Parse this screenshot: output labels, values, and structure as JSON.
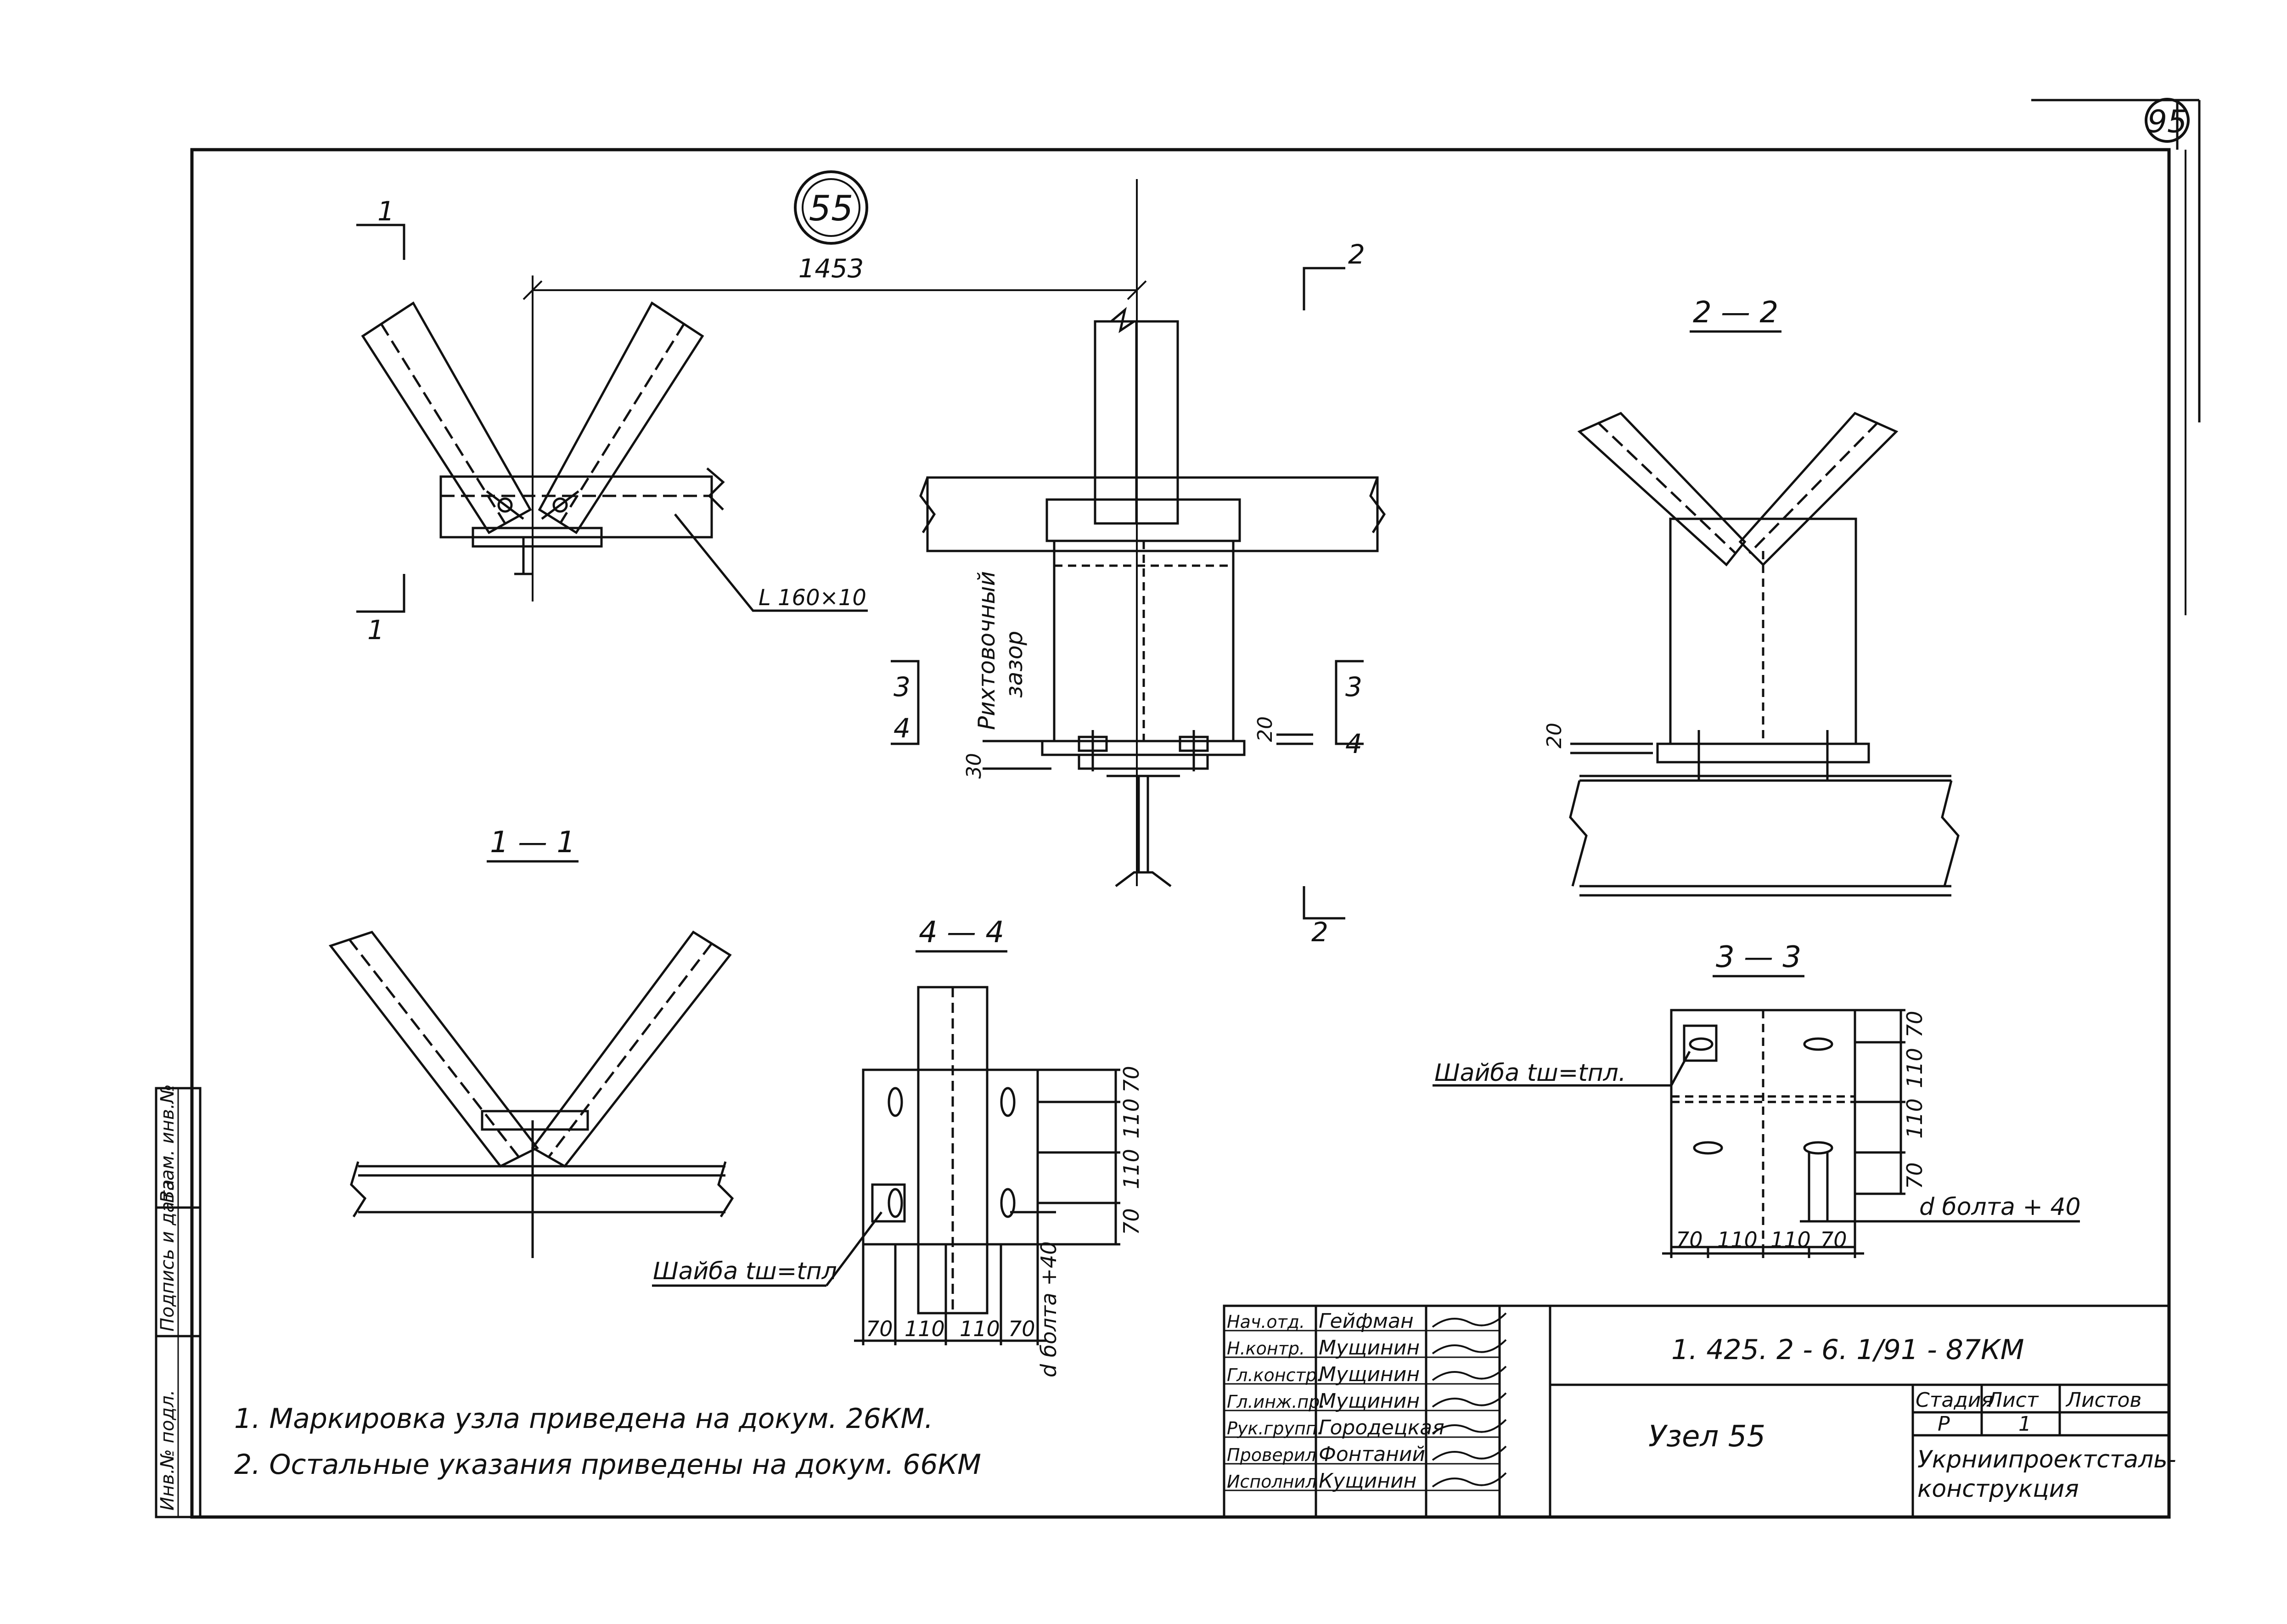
{
  "sheet_number": "95",
  "node_number": "55",
  "dimension_top": "1453",
  "section_marks": {
    "s1": "1",
    "s2": "2",
    "s3": "3",
    "s4": "4"
  },
  "section_titles": {
    "s1_1": "1 — 1",
    "s2_2": "2 — 2",
    "s3_3": "3 — 3",
    "s4_4": "4 — 4"
  },
  "labels": {
    "angle_profile": "L 160×10",
    "gap_line1": "Рихтовочный",
    "gap_line2": "зазор",
    "washer_33": "Шайба tш=tпл.",
    "washer_44": "Шайба tш=tпл",
    "bolt_d_33": "d болта + 40",
    "bolt_d_44": "d болта +40"
  },
  "dims": {
    "main_20": "20",
    "main_30": "30",
    "s22_20": "20",
    "s33_right": [
      "70",
      "110",
      "110",
      "70"
    ],
    "s33_bottom": [
      "70",
      "110",
      "110",
      "70"
    ],
    "s44_right": [
      "70",
      "110",
      "110",
      "70"
    ],
    "s44_bottom": [
      "70",
      "110",
      "110",
      "70"
    ]
  },
  "notes": [
    "1. Маркировка  узла  приведена  на  докум. 26КМ.",
    "2. Остальные  указания  приведены  на  докум. 66КМ"
  ],
  "left_stamp": [
    "Инв.№ подл.",
    "Подпись и дата",
    "Взам. инв.№"
  ],
  "title_block": {
    "doc_code": "1. 425. 2 - 6. 1/91 - 87КМ",
    "title": "Узел 55",
    "stage_header": "Стадия",
    "sheet_header": "Лист",
    "sheets_header": "Листов",
    "stage": "Р",
    "sheet": "1",
    "organization_line1": "Укрниипроектсталь-",
    "organization_line2": "конструкция",
    "roles": [
      {
        "role": "Нач.отд.",
        "name": "Гейфман"
      },
      {
        "role": "Н.контр.",
        "name": "Мущинин"
      },
      {
        "role": "Гл.констр.",
        "name": "Мущинин"
      },
      {
        "role": "Гл.инж.пр.",
        "name": "Мущинин"
      },
      {
        "role": "Рук.групп.",
        "name": "Городецкая"
      },
      {
        "role": "Проверил",
        "name": "Фонтаний"
      },
      {
        "role": "Исполнил",
        "name": "Кущинин"
      }
    ]
  }
}
